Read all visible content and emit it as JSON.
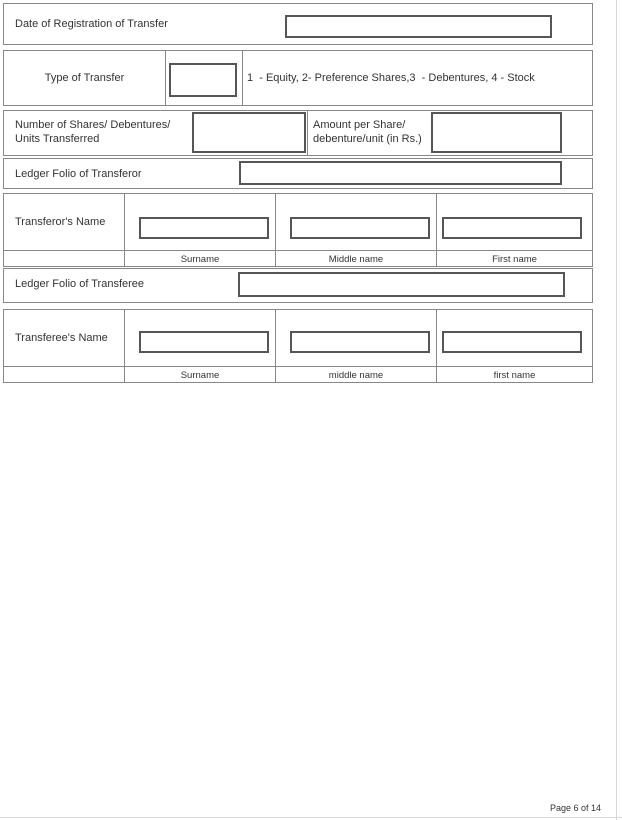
{
  "form": {
    "date_registration": {
      "label": "Date of Registration of Transfer",
      "value": ""
    },
    "type_of_transfer": {
      "label": "Type of Transfer",
      "value": "",
      "options": "1  - Equity, 2- Preference Shares,3  - Debentures, 4 - Stock"
    },
    "quantity": {
      "shares": {
        "label1": "Number of Shares/ Debentures/",
        "label2": "Units Transferred",
        "value": ""
      },
      "amount": {
        "label1": "Amount per Share/",
        "label2": "debenture/unit (in Rs.)",
        "value": ""
      }
    },
    "ledger_folio_transferor": {
      "label": "Ledger Folio of Transferor",
      "value": ""
    },
    "transferor_name": {
      "label": "Transferor's Name",
      "surname": {
        "label": "Surname",
        "value": ""
      },
      "middle": {
        "label": "Middle name",
        "value": ""
      },
      "first": {
        "label": "First name",
        "value": ""
      }
    },
    "ledger_folio_transferee": {
      "label": "Ledger Folio of Transferee",
      "value": ""
    },
    "transferee_name": {
      "label": "Transferee's Name",
      "surname": {
        "label": "Surname",
        "value": ""
      },
      "middle": {
        "label": "middle name",
        "value": ""
      },
      "first": {
        "label": "first name",
        "value": ""
      }
    }
  },
  "footer": {
    "page_indicator": "Page 6 of 14"
  },
  "colors": {
    "border": "#878787",
    "input_border": "#565656",
    "text": "#333333",
    "page_edge": "#d9d9d9"
  }
}
